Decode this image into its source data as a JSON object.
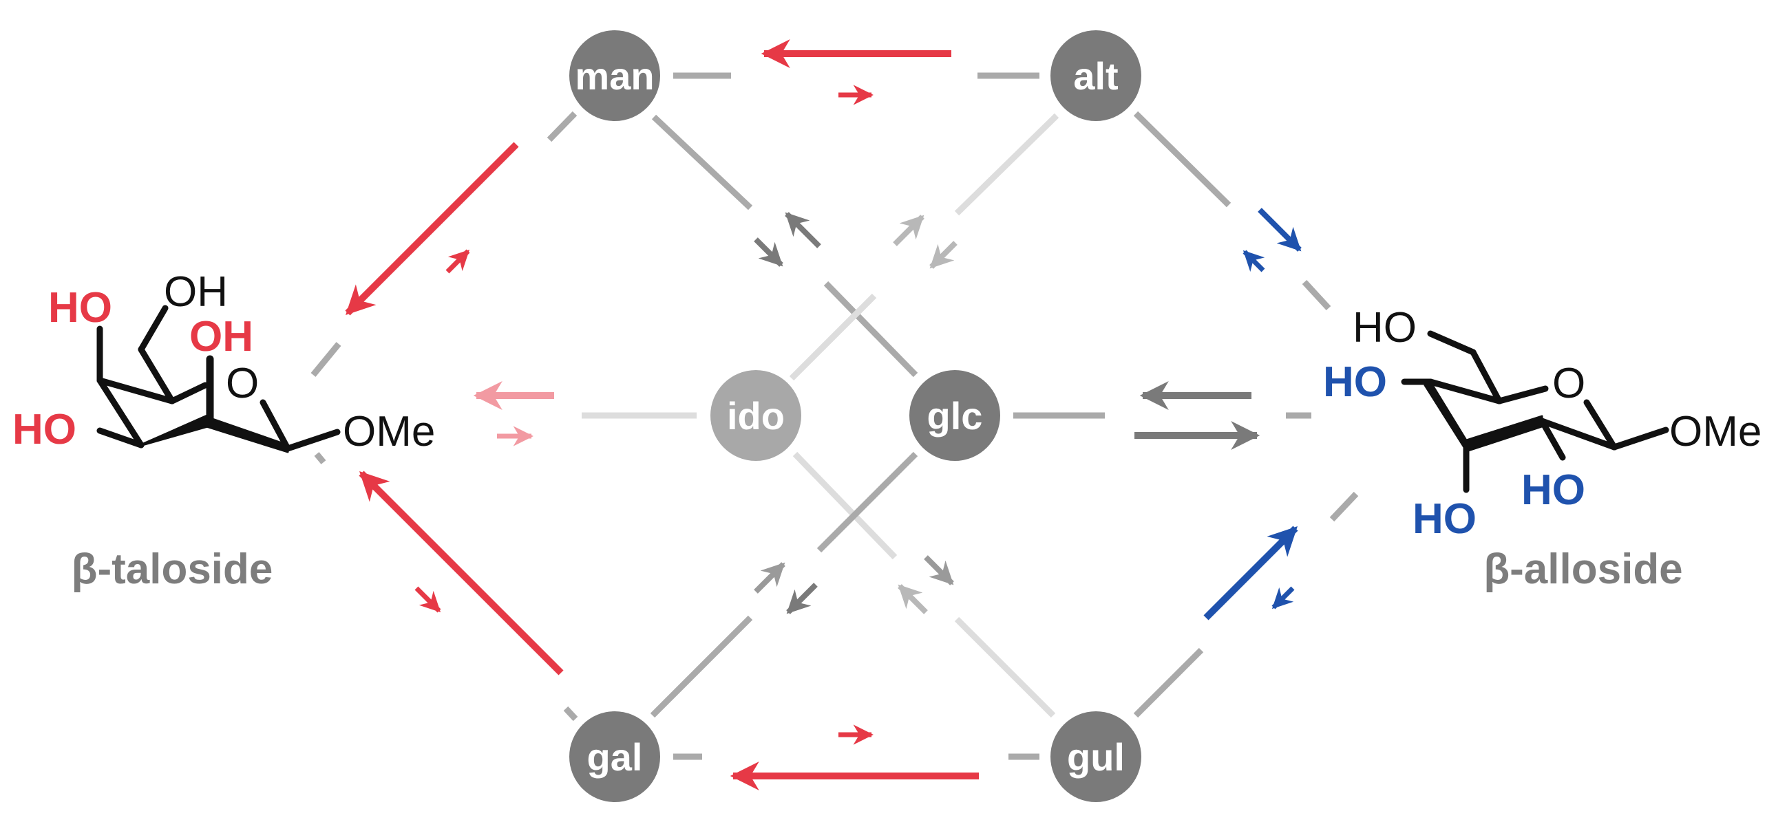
{
  "colors": {
    "red": "#e63946",
    "blue": "#1f52ad",
    "node_dark": "#7a7a7a",
    "node_light": "#a8a8a8",
    "gray_text": "#7d7d7d",
    "black": "#111111"
  },
  "nodes": {
    "man": "man",
    "alt": "alt",
    "ido": "ido",
    "glc": "glc",
    "gal": "gal",
    "gul": "gul"
  },
  "taloside": {
    "caption": "β-taloside",
    "ho_top": "HO",
    "oh_top": "OH",
    "oh_red": "OH",
    "ho_left": "HO",
    "ring_o": "O",
    "ome": "OMe"
  },
  "alloside": {
    "caption": "β-alloside",
    "ho_top": "HO",
    "ho_blue_left": "HO",
    "ring_o": "O",
    "ome": "OMe",
    "ho_blue_bottom": "HO",
    "ho_blue_right": "HO"
  }
}
